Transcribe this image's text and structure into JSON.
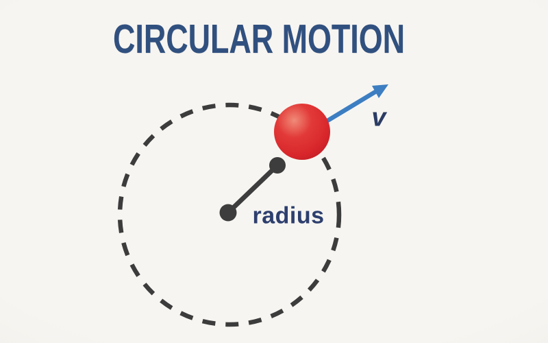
{
  "title": "CIRCULAR MOTION",
  "labels": {
    "radius": "radius",
    "velocity": "v"
  },
  "colors": {
    "background": "#f4f2ee",
    "title_text": "#30507f",
    "radius_label_text": "#2d3f6e",
    "velocity_label_text": "#2b3c64",
    "orbit_dash": "#3c3c3c",
    "radius_line": "#3d3d3d",
    "center_dot": "#3d3d3d",
    "edge_dot": "#3d3d3d",
    "arrow": "#3d7ec2",
    "ball_highlight": "#f08b79",
    "ball_mid": "#e23a38",
    "ball_main": "#d8262b",
    "ball_edge": "#c01e26"
  }
}
